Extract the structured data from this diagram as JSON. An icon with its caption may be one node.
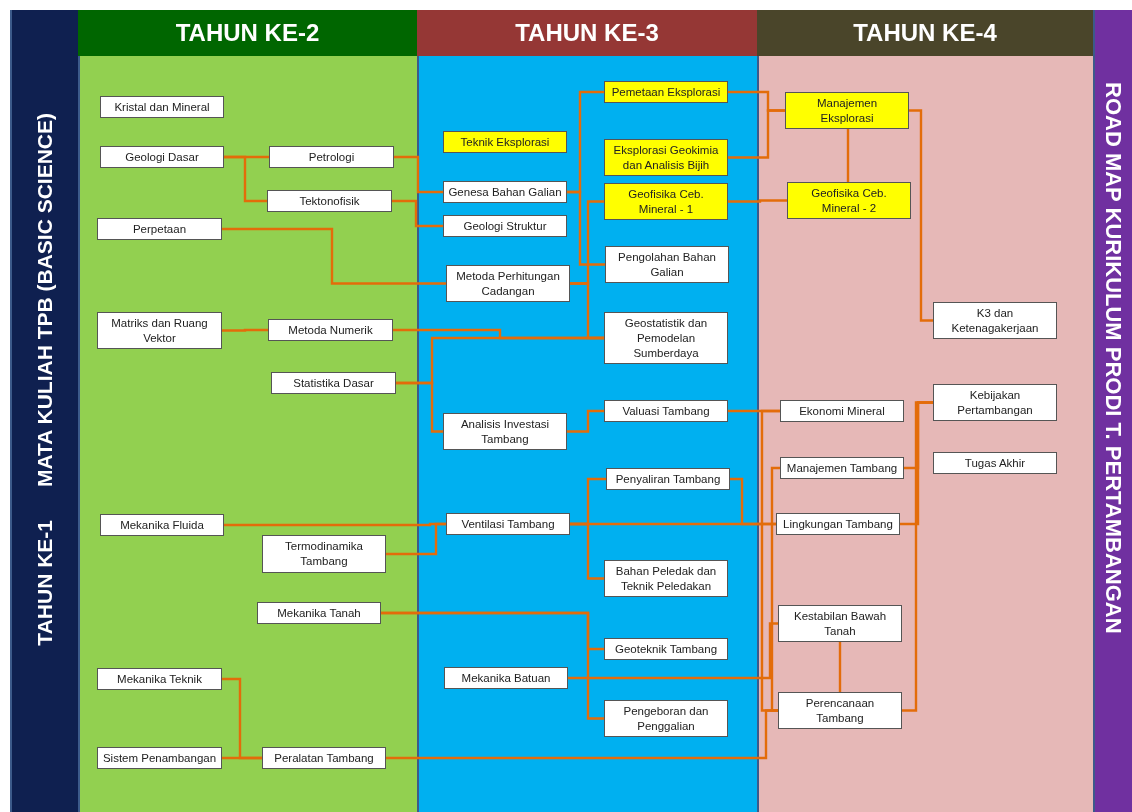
{
  "diagram": {
    "title": "ROAD MAP KURIKULUM PRODI T. PERTAMBANGAN",
    "nodes": [
      {
        "text": [
          "Kristal dan Mineral"
        ]
      },
      {
        "text": [
          "Geologi Dasar"
        ]
      },
      {
        "text": [
          "Petrologi"
        ]
      },
      {
        "text": [
          "Tektonofisik"
        ]
      },
      {
        "text": [
          "Perpetaan"
        ]
      },
      {
        "text": [
          "Matriks dan Ruang Vektor"
        ]
      },
      {
        "text": [
          "Metoda Numerik"
        ]
      },
      {
        "text": [
          "Statistika Dasar"
        ]
      },
      {
        "text": [
          "Mekanika Fluida"
        ]
      },
      {
        "text": [
          "Termodinamika Tambang"
        ]
      },
      {
        "text": [
          "Mekanika Tanah"
        ]
      },
      {
        "text": [
          "Mekanika Teknik"
        ]
      },
      {
        "text": [
          "Sistem Penambangan"
        ]
      },
      {
        "text": [
          "Peralatan Tambang"
        ]
      },
      {
        "text": [
          "Teknik Eksplorasi"
        ]
      },
      {
        "text": [
          "Genesa Bahan Galian"
        ]
      },
      {
        "text": [
          "Geologi Struktur"
        ]
      },
      {
        "text": [
          "Metoda Perhitungan Cadangan"
        ]
      },
      {
        "text": [
          "Analisis Investasi Tambang"
        ]
      },
      {
        "text": [
          "Ventilasi Tambang"
        ]
      },
      {
        "text": [
          "Mekanika Batuan"
        ]
      },
      {
        "text": [
          "Pemetaan Eksplorasi"
        ]
      },
      {
        "text": [
          "Eksplorasi Geokimia dan Analisis Bijih"
        ]
      },
      {
        "text": [
          "Geofisika Ceb. Mineral - 1"
        ]
      },
      {
        "text": [
          "Pengolahan Bahan Galian"
        ]
      },
      {
        "text": [
          "Geostatistik dan Pemodelan Sumberdaya"
        ]
      },
      {
        "text": [
          "Valuasi Tambang"
        ]
      },
      {
        "text": [
          "Penyaliran Tambang"
        ]
      },
      {
        "text": [
          "Bahan Peledak dan Teknik Peledakan"
        ]
      },
      {
        "text": [
          "Geoteknik Tambang"
        ]
      },
      {
        "text": [
          "Pengeboran dan Penggalian"
        ]
      },
      {
        "text": [
          "Manajemen Eksplorasi"
        ]
      },
      {
        "text": [
          "Geofisika Ceb. Mineral - 2"
        ]
      },
      {
        "text": [
          "Ekonomi Mineral"
        ]
      },
      {
        "text": [
          "Manajemen Tambang"
        ]
      },
      {
        "text": [
          "Lingkungan Tambang"
        ]
      },
      {
        "text": [
          "Kestabilan Bawah Tanah"
        ]
      },
      {
        "text": [
          "Perencanaan Tambang"
        ]
      },
      {
        "text": [
          "K3 dan Ketenagakerjaan"
        ]
      },
      {
        "text": [
          "Kebijakan Pertambangan"
        ]
      },
      {
        "text": [
          "Tugas Akhir"
        ]
      }
    ],
    "edges": [
      {
        "from": 1,
        "to": 2,
        "arrow": "none"
      },
      {
        "from": 1,
        "to": 3,
        "arrow": "none"
      },
      {
        "from": 2,
        "to": 15,
        "arrow": "none"
      },
      {
        "from": 3,
        "to": 16,
        "arrow": "none"
      },
      {
        "from": 4,
        "to": 17,
        "arrow": "none"
      },
      {
        "from": 5,
        "to": 6,
        "arrow": "none"
      },
      {
        "from": 6,
        "to": 25,
        "arrow": "none"
      },
      {
        "from": 7,
        "to": 25,
        "arrow": "none"
      },
      {
        "from": 7,
        "to": 18,
        "arrow": "none"
      },
      {
        "from": 15,
        "to": 21,
        "arrow": "none"
      },
      {
        "from": 15,
        "to": 24,
        "arrow": "none"
      },
      {
        "from": 17,
        "to": 23,
        "arrow": "none"
      },
      {
        "from": 17,
        "to": 25,
        "arrow": "none"
      },
      {
        "from": 21,
        "to": 31,
        "arrow": "none"
      },
      {
        "from": 22,
        "to": 31,
        "arrow": "none"
      },
      {
        "from": 31,
        "to": 32,
        "arrow": "none"
      },
      {
        "from": 23,
        "to": 32,
        "arrow": "none"
      },
      {
        "from": 18,
        "to": 26,
        "arrow": "none"
      },
      {
        "from": 26,
        "to": 33,
        "arrow": "none"
      },
      {
        "from": 8,
        "to": 19,
        "arrow": "none"
      },
      {
        "from": 9,
        "to": 19,
        "arrow": "none"
      },
      {
        "from": 19,
        "to": 27,
        "arrow": "none"
      },
      {
        "from": 19,
        "to": 28,
        "arrow": "none"
      },
      {
        "from": 19,
        "to": 35,
        "arrow": "none"
      },
      {
        "from": 27,
        "to": 35,
        "arrow": "none"
      },
      {
        "from": 10,
        "to": 29,
        "arrow": "none"
      },
      {
        "from": 10,
        "to": 30,
        "arrow": "none"
      },
      {
        "from": 20,
        "to": 36,
        "arrow": "none"
      },
      {
        "from": 11,
        "to": 13,
        "arrow": "none"
      },
      {
        "from": 12,
        "to": 13,
        "arrow": "none"
      },
      {
        "from": 13,
        "to": 37,
        "arrow": "none"
      },
      {
        "from": 33,
        "to": 37,
        "arrow": "none"
      },
      {
        "from": 34,
        "to": 37,
        "arrow": "none"
      },
      {
        "from": 36,
        "to": 37,
        "arrow": "none"
      },
      {
        "from": 31,
        "to": 38,
        "arrow": "none"
      },
      {
        "from": 34,
        "to": 39,
        "arrow": "none"
      },
      {
        "from": 35,
        "to": 39,
        "arrow": "none"
      },
      {
        "from": 37,
        "to": 39,
        "arrow": "none"
      }
    ],
    "labels": [
      "TAHUN KE-1",
      "MATA KULIAH TPB (BASIC SCIENCE)",
      "TAHUN KE-2",
      "TAHUN KE-3",
      "TAHUN KE-4"
    ]
  }
}
